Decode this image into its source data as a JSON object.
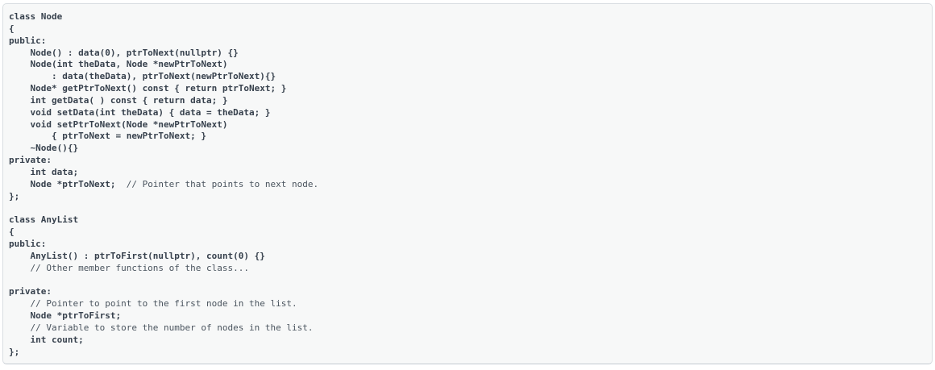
{
  "page": {
    "background": "#ffffff"
  },
  "code_block": {
    "language": "cpp",
    "background": "#f7f8f8",
    "border_color": "#d9dee2",
    "border_bottom_color": "#c3cad1",
    "code_color": "#37414d",
    "comment_color": "#4a545e",
    "lines": [
      {
        "segments": [
          {
            "type": "code",
            "text": "class Node"
          }
        ]
      },
      {
        "segments": [
          {
            "type": "code",
            "text": "{"
          }
        ]
      },
      {
        "segments": [
          {
            "type": "code",
            "text": "public:"
          }
        ]
      },
      {
        "segments": [
          {
            "type": "code",
            "text": "    Node() : data(0), ptrToNext(nullptr) {}"
          }
        ]
      },
      {
        "segments": [
          {
            "type": "code",
            "text": "    Node(int theData, Node *newPtrToNext)"
          }
        ]
      },
      {
        "segments": [
          {
            "type": "code",
            "text": "        : data(theData), ptrToNext(newPtrToNext){}"
          }
        ]
      },
      {
        "segments": [
          {
            "type": "code",
            "text": "    Node* getPtrToNext() const { return ptrToNext; }"
          }
        ]
      },
      {
        "segments": [
          {
            "type": "code",
            "text": "    int getData( ) const { return data; }"
          }
        ]
      },
      {
        "segments": [
          {
            "type": "code",
            "text": "    void setData(int theData) { data = theData; }"
          }
        ]
      },
      {
        "segments": [
          {
            "type": "code",
            "text": "    void setPtrToNext(Node *newPtrToNext)"
          }
        ]
      },
      {
        "segments": [
          {
            "type": "code",
            "text": "        { ptrToNext = newPtrToNext; }"
          }
        ]
      },
      {
        "segments": [
          {
            "type": "code",
            "text": "    ~Node(){}"
          }
        ]
      },
      {
        "segments": [
          {
            "type": "code",
            "text": "private:"
          }
        ]
      },
      {
        "segments": [
          {
            "type": "code",
            "text": "    int data;"
          }
        ]
      },
      {
        "segments": [
          {
            "type": "code",
            "text": "    Node *ptrToNext;"
          },
          {
            "type": "comment",
            "text": "  // Pointer that points to next node."
          }
        ]
      },
      {
        "segments": [
          {
            "type": "code",
            "text": "};"
          }
        ]
      },
      {
        "segments": []
      },
      {
        "segments": [
          {
            "type": "code",
            "text": "class AnyList"
          }
        ]
      },
      {
        "segments": [
          {
            "type": "code",
            "text": "{"
          }
        ]
      },
      {
        "segments": [
          {
            "type": "code",
            "text": "public:"
          }
        ]
      },
      {
        "segments": [
          {
            "type": "code",
            "text": "    AnyList() : ptrToFirst(nullptr), count(0) {}"
          }
        ]
      },
      {
        "segments": [
          {
            "type": "comment",
            "text": "    // Other member functions of the class..."
          }
        ]
      },
      {
        "segments": []
      },
      {
        "segments": [
          {
            "type": "code",
            "text": "private:"
          }
        ]
      },
      {
        "segments": [
          {
            "type": "comment",
            "text": "    // Pointer to point to the first node in the list."
          }
        ]
      },
      {
        "segments": [
          {
            "type": "code",
            "text": "    Node *ptrToFirst;"
          }
        ]
      },
      {
        "segments": [
          {
            "type": "comment",
            "text": "    // Variable to store the number of nodes in the list."
          }
        ]
      },
      {
        "segments": [
          {
            "type": "code",
            "text": "    int count;"
          }
        ]
      },
      {
        "segments": [
          {
            "type": "code",
            "text": "};"
          }
        ]
      }
    ]
  }
}
